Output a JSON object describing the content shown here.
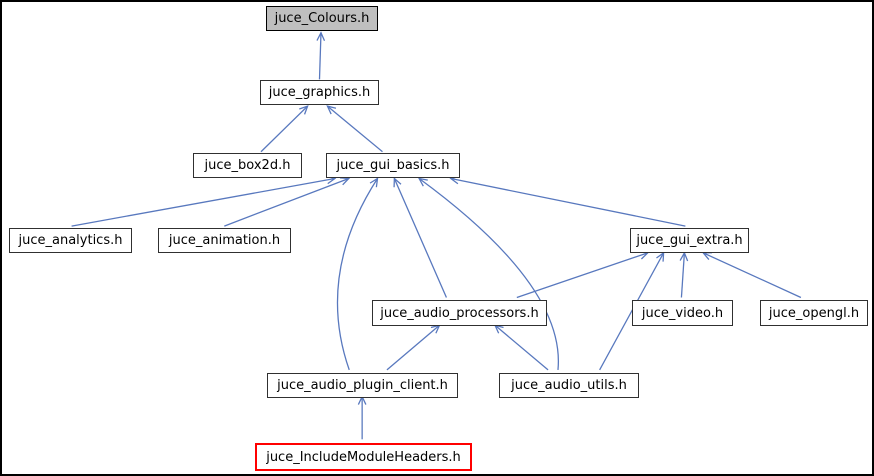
{
  "diagram": {
    "type": "include-dependency-graph",
    "nodes": [
      {
        "id": "juce_colours",
        "label": "juce_Colours.h",
        "style": "current"
      },
      {
        "id": "juce_graphics",
        "label": "juce_graphics.h",
        "style": "normal"
      },
      {
        "id": "juce_box2d",
        "label": "juce_box2d.h",
        "style": "normal"
      },
      {
        "id": "juce_gui_basics",
        "label": "juce_gui_basics.h",
        "style": "normal"
      },
      {
        "id": "juce_analytics",
        "label": "juce_analytics.h",
        "style": "normal"
      },
      {
        "id": "juce_animation",
        "label": "juce_animation.h",
        "style": "normal"
      },
      {
        "id": "juce_gui_extra",
        "label": "juce_gui_extra.h",
        "style": "normal"
      },
      {
        "id": "juce_audio_processors",
        "label": "juce_audio_processors.h",
        "style": "normal"
      },
      {
        "id": "juce_video",
        "label": "juce_video.h",
        "style": "normal"
      },
      {
        "id": "juce_opengl",
        "label": "juce_opengl.h",
        "style": "normal"
      },
      {
        "id": "juce_audio_plugin_client",
        "label": "juce_audio_plugin_client.h",
        "style": "normal"
      },
      {
        "id": "juce_audio_utils",
        "label": "juce_audio_utils.h",
        "style": "normal"
      },
      {
        "id": "juce_include_module_headers",
        "label": "juce_IncludeModuleHeaders.h",
        "style": "highlighted"
      }
    ],
    "edges": [
      {
        "from": "juce_graphics",
        "to": "juce_colours",
        "fromDx": 1,
        "toDx": 0
      },
      {
        "from": "juce_box2d",
        "to": "juce_graphics",
        "fromDx": 14,
        "toDx": -11
      },
      {
        "from": "juce_gui_basics",
        "to": "juce_graphics",
        "fromDx": -9,
        "toDx": 9
      },
      {
        "from": "juce_analytics",
        "to": "juce_gui_basics",
        "fromDx": 0,
        "toDx": -57
      },
      {
        "from": "juce_animation",
        "to": "juce_gui_basics",
        "fromDx": 0,
        "toDx": -43
      },
      {
        "from": "juce_gui_extra",
        "to": "juce_gui_basics",
        "fromDx": 0,
        "toDx": 60
      },
      {
        "from": "juce_audio_processors",
        "to": "juce_gui_basics",
        "fromDx": -11,
        "toDx": 3
      },
      {
        "from": "juce_audio_utils",
        "to": "juce_gui_basics",
        "fromDx": -8,
        "toDx": 28,
        "bend": [
          78,
          12
        ]
      },
      {
        "from": "juce_audio_plugin_client",
        "to": "juce_gui_basics",
        "fromDx": -12,
        "toDx": -14,
        "bend": [
          -48,
          0
        ]
      },
      {
        "from": "juce_video",
        "to": "juce_gui_extra",
        "fromDx": 3,
        "toDx": -1
      },
      {
        "from": "juce_opengl",
        "to": "juce_gui_extra",
        "fromDx": -8,
        "toDx": 18
      },
      {
        "from": "juce_audio_processors",
        "to": "juce_gui_extra",
        "fromDx": 60,
        "toDx": -38
      },
      {
        "from": "juce_audio_utils",
        "to": "juce_gui_extra",
        "fromDx": 34,
        "toDx": -22
      },
      {
        "from": "juce_audio_plugin_client",
        "to": "juce_audio_processors",
        "fromDx": 26,
        "toDx": -18
      },
      {
        "from": "juce_audio_utils",
        "to": "juce_audio_processors",
        "fromDx": -18,
        "toDx": 38
      },
      {
        "from": "juce_include_module_headers",
        "to": "juce_audio_plugin_client",
        "fromDx": 0,
        "toDx": 1
      }
    ],
    "colors": {
      "edge": "#5878be",
      "current_node_fill": "#bfbfbf",
      "highlight_border": "#ff0000",
      "node_border": "#303030",
      "background": "#ffffff",
      "frame": "#000000",
      "text": "#000000"
    }
  }
}
